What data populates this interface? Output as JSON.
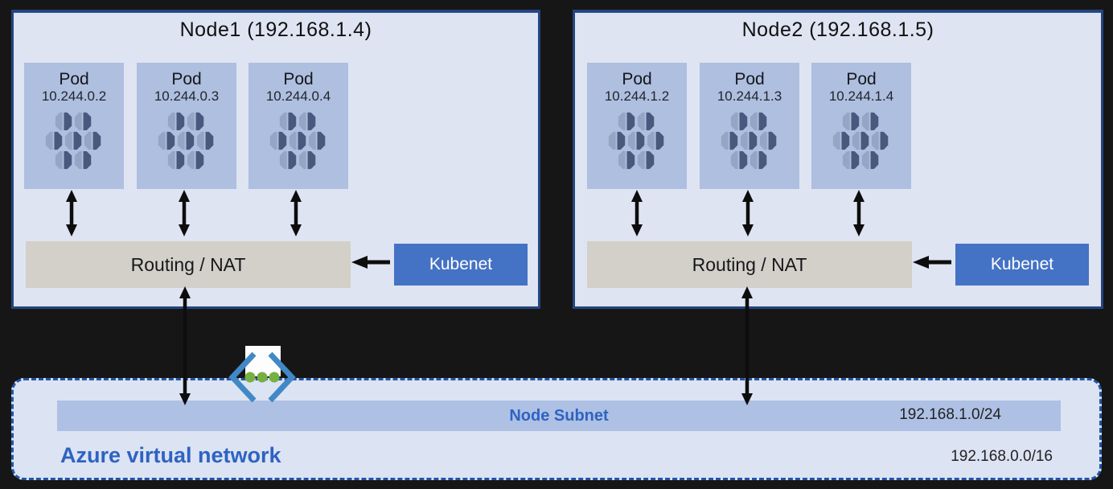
{
  "nodes": [
    {
      "title": "Node1 (192.168.1.4)",
      "pods": [
        {
          "label": "Pod",
          "ip": "10.244.0.2"
        },
        {
          "label": "Pod",
          "ip": "10.244.0.3"
        },
        {
          "label": "Pod",
          "ip": "10.244.0.4"
        }
      ],
      "router_label": "Routing / NAT",
      "kubenet_label": "Kubenet"
    },
    {
      "title": "Node2 (192.168.1.5)",
      "pods": [
        {
          "label": "Pod",
          "ip": "10.244.1.2"
        },
        {
          "label": "Pod",
          "ip": "10.244.1.3"
        },
        {
          "label": "Pod",
          "ip": "10.244.1.4"
        }
      ],
      "router_label": "Routing / NAT",
      "kubenet_label": "Kubenet"
    }
  ],
  "network": {
    "subnet_label": "Node Subnet",
    "subnet_cidr": "192.168.1.0/24",
    "vnet_label": "Azure virtual network",
    "vnet_cidr": "192.168.0.0/16"
  },
  "colors": {
    "bg_black": "#161616",
    "node_fill": "#dfe4f2",
    "pod_fill": "#aebfe0",
    "router_fill": "#d3d0c9",
    "kubenet_blue": "#4472c4",
    "subnet_fill": "#aec0e4",
    "vnet_fill": "#dce3f3",
    "border_blue": "#24457f",
    "dashed_blue": "#2155a8",
    "label_blue": "#2e63c2",
    "icon_dark": "#47597c",
    "icon_light": "#93a6c6",
    "dot_green": "#76b043",
    "chevron_blue": "#4189c6",
    "arrow_black": "#0d0d0d"
  }
}
